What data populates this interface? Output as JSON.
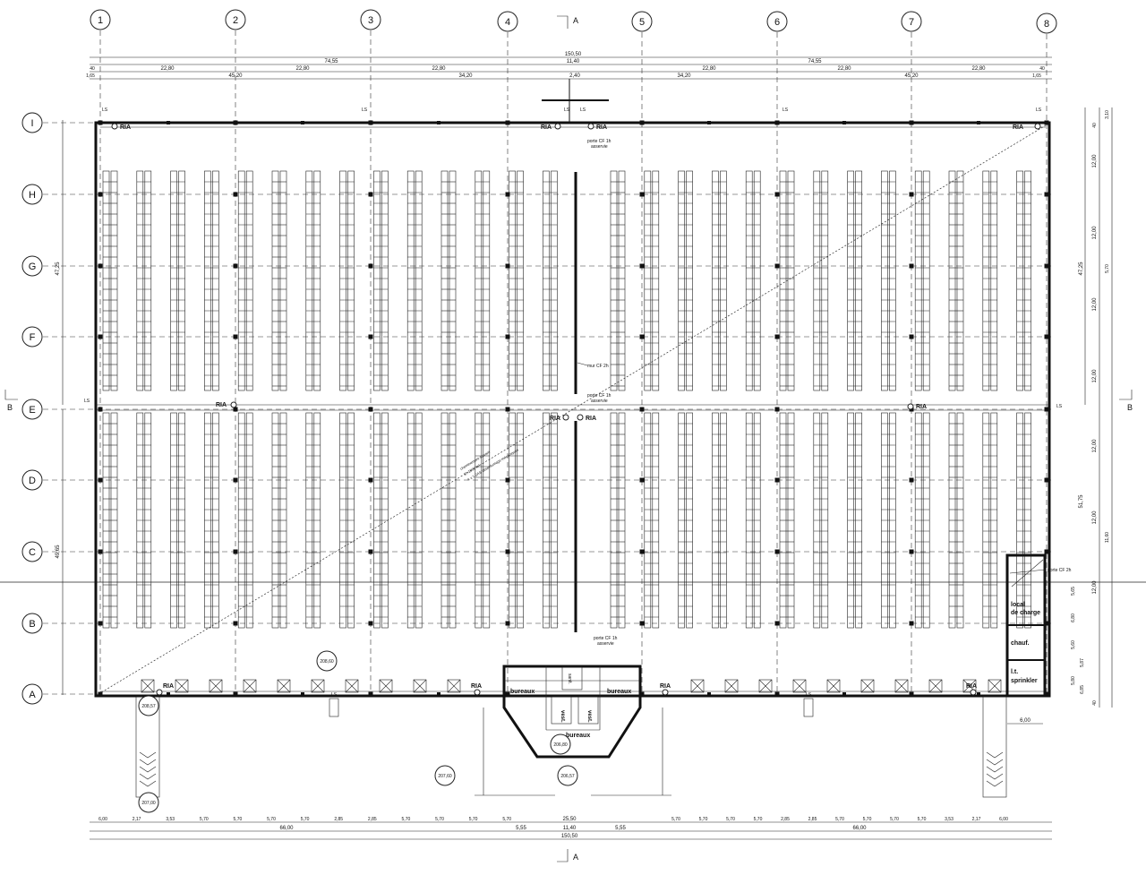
{
  "grid": {
    "columns": [
      "1",
      "2",
      "3",
      "4",
      "5",
      "6",
      "7",
      "8"
    ],
    "rows": [
      "A",
      "B",
      "C",
      "D",
      "E",
      "F",
      "G",
      "H",
      "I"
    ]
  },
  "sections": {
    "aa_label": "A",
    "bb_label": "B"
  },
  "dimensions": {
    "top": {
      "overall": "150,50",
      "halves": [
        "74,55",
        "11,40",
        "74,55"
      ],
      "bays": [
        "22,80",
        "22,80",
        "22,80",
        "22,80",
        "22,80",
        "22,80"
      ],
      "edge_small": "40",
      "segments": [
        "1,65",
        "45,20",
        "34,20",
        "2,40",
        "34,20",
        "45,20",
        "1,65"
      ]
    },
    "right": {
      "overall_top": "47,25",
      "overall_bottom": "51,75",
      "bays": [
        "12,00",
        "12,00",
        "12,00",
        "12,00",
        "12,00",
        "12,00",
        "12,00"
      ],
      "small": [
        "3,10",
        "40",
        "5,70",
        "5,60",
        "5,80",
        "6,80",
        "5,87",
        "6,85",
        "11,60",
        "5,65",
        "40"
      ]
    },
    "left": {
      "upper": "47,25",
      "lower": "49,65"
    },
    "bottom": {
      "modules": [
        "6,00",
        "2,17",
        "3,53",
        "5,70",
        "5,70",
        "5,70",
        "5,70",
        "2,85",
        "2,85",
        "5,70",
        "5,70",
        "5,70",
        "5,70"
      ],
      "center": "25,50",
      "modules_right": [
        "5,70",
        "5,70",
        "5,70",
        "5,70",
        "2,85",
        "2,85",
        "5,70",
        "5,70",
        "5,70",
        "5,70",
        "3,53",
        "2,17",
        "6,00"
      ],
      "mid": [
        "5,55",
        "11,40",
        "5,55"
      ],
      "sides": [
        "66,00",
        "66,00"
      ],
      "overall": "150,50",
      "right_annex": "6,00"
    }
  },
  "equipment": {
    "ria": "RIA",
    "ls": "LS"
  },
  "doors": {
    "top": [
      "porte CF 1h",
      "asservie"
    ],
    "middle": [
      "porte CF 1h",
      "asservie"
    ],
    "bottom": [
      "porte CF 1h",
      "asservie"
    ],
    "annex": "porte CF 2h"
  },
  "walls": {
    "firewall": "mur CF 2h"
  },
  "diagonal_note": [
    "cheminement suivant",
    "1h 1000 m²",
    "4 x 1 SAS désenfumage mécaniques"
  ],
  "rooms": {
    "local_charge": [
      "local",
      "de charge"
    ],
    "chauf": "chauf.",
    "sprinkler": [
      "l.t.",
      "sprinkler"
    ],
    "bureaux_left": "bureaux",
    "bureaux_right": "bureaux",
    "bureaux_center": "bureaux",
    "vest_left": "vest.",
    "vest_right": "vest.",
    "sanit": "sanit."
  },
  "levels": [
    "208,60",
    "208,57",
    "207,00",
    "206,80",
    "207,60",
    "206,57"
  ]
}
